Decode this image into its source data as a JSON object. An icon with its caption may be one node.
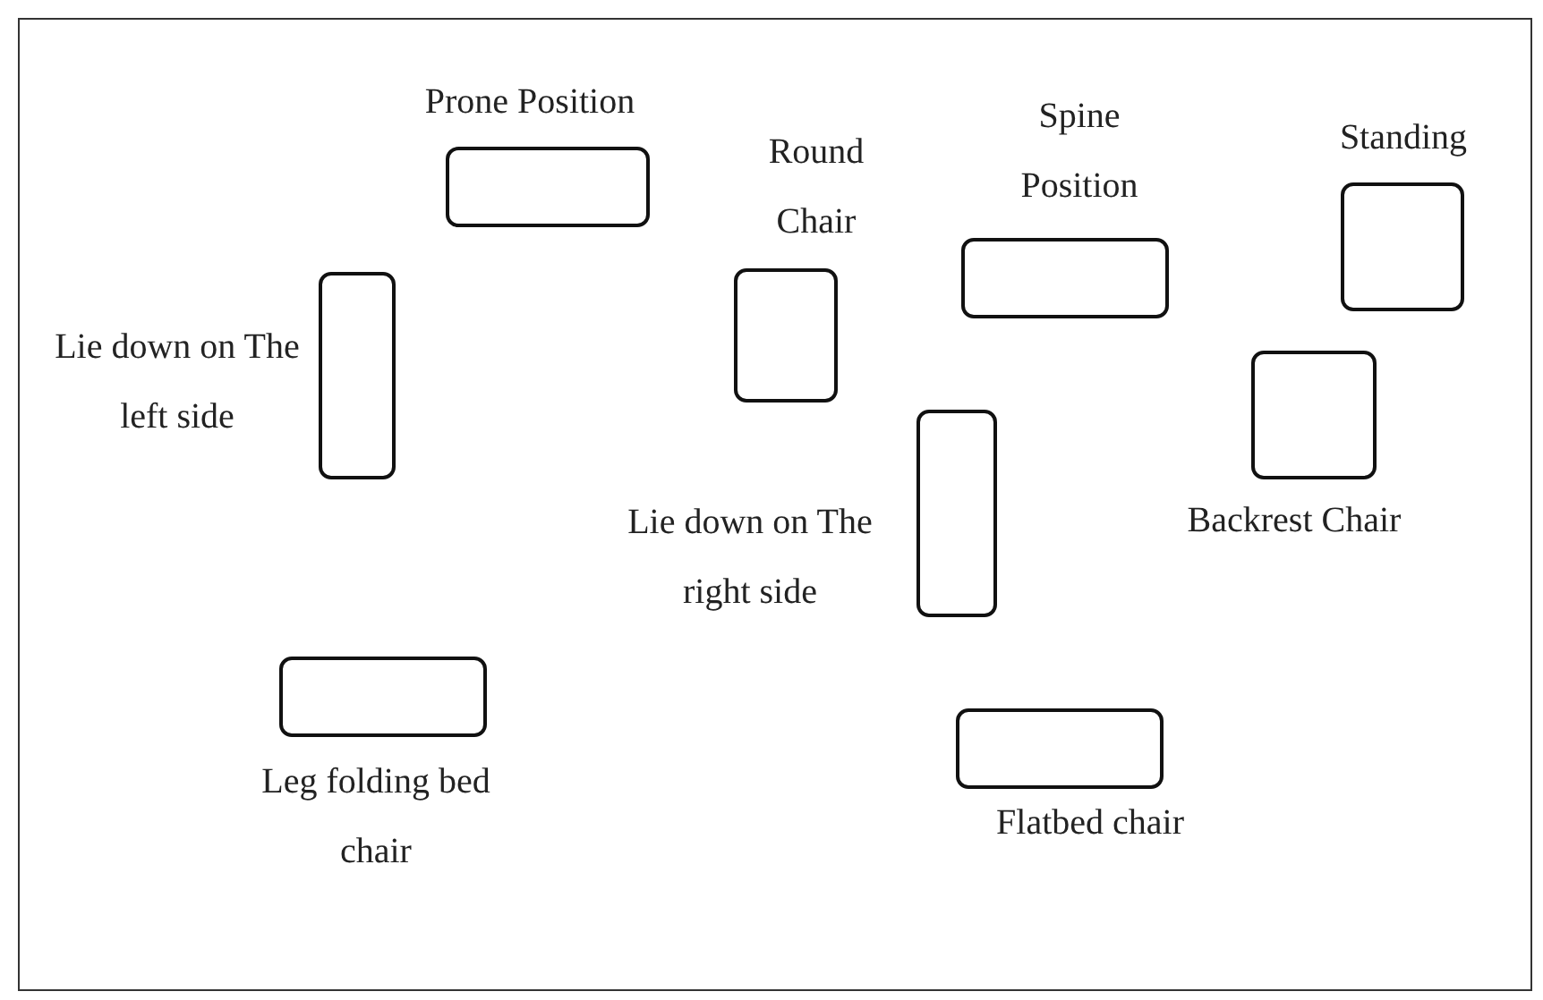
{
  "diagram": {
    "nodes": [
      {
        "text": [
          "Prone Position"
        ]
      },
      {
        "text": [
          "Round Chair"
        ]
      },
      {
        "text": [
          "Spine Position"
        ]
      },
      {
        "text": [
          "Standing"
        ]
      },
      {
        "text": [
          "Lie down on The left side"
        ]
      },
      {
        "text": [
          "Backrest Chair"
        ]
      },
      {
        "text": [
          "Lie down on The right side"
        ]
      },
      {
        "text": [
          "Leg folding bed chair"
        ]
      },
      {
        "text": [
          "Flatbed chair"
        ]
      }
    ]
  }
}
